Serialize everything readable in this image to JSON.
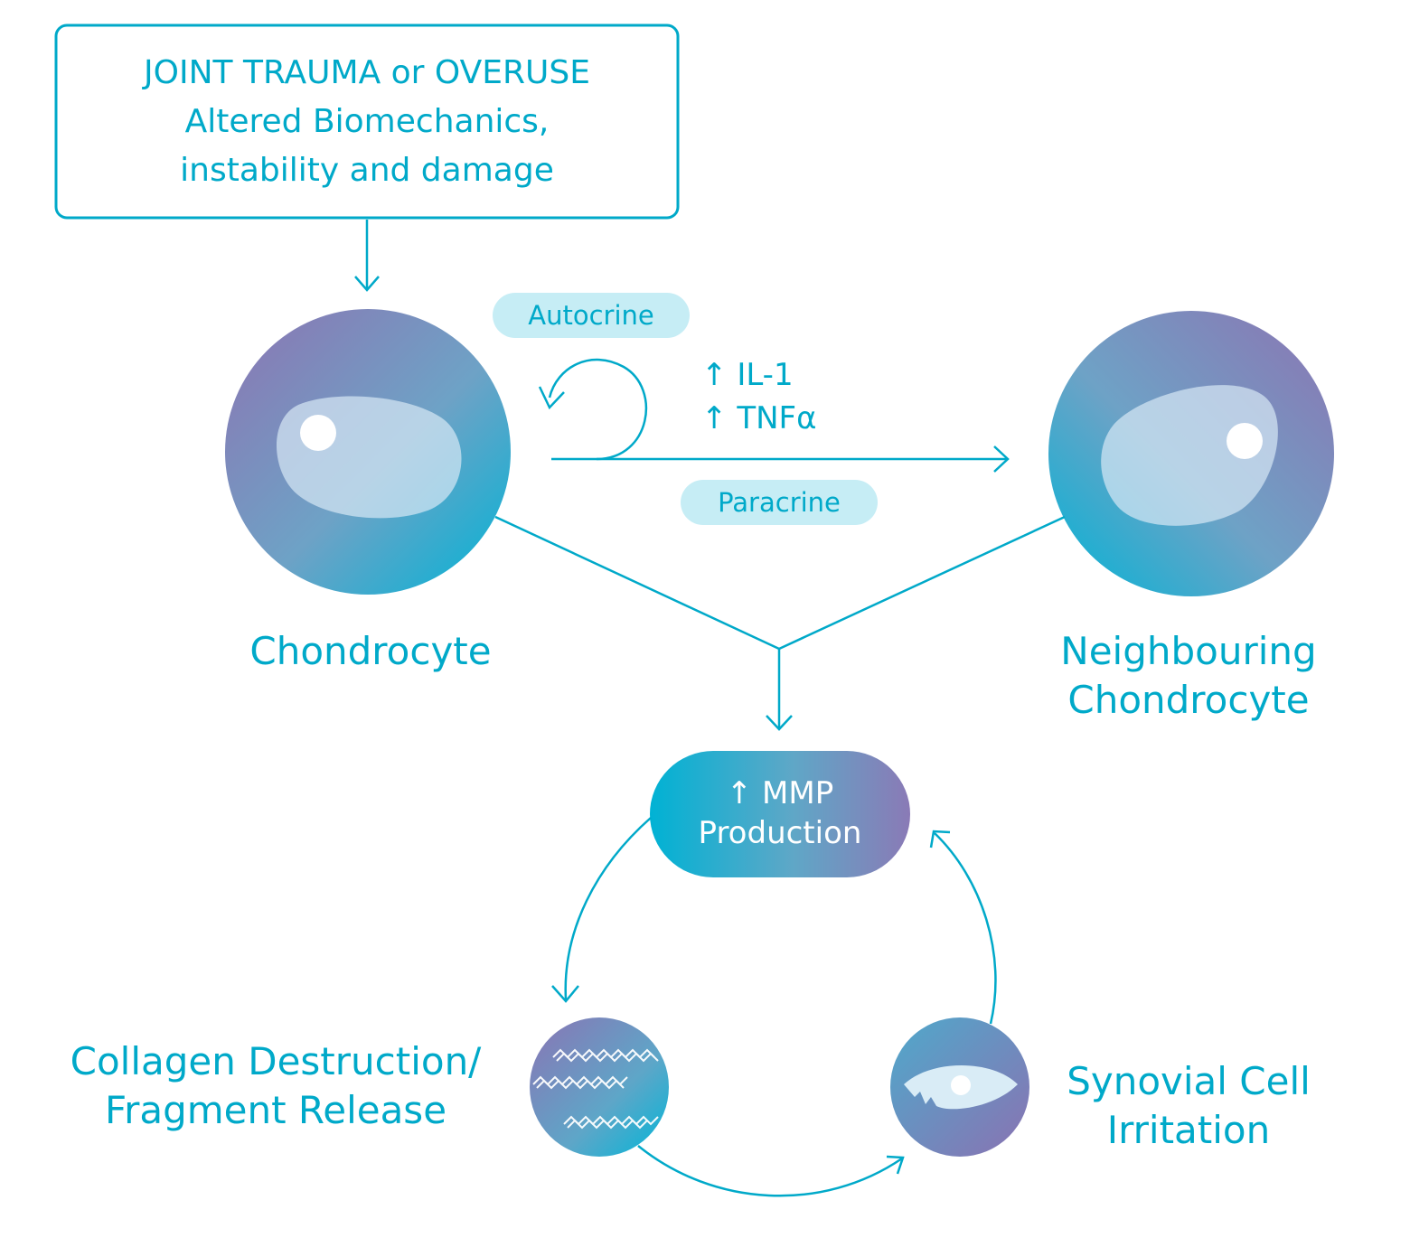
{
  "header_box": {
    "line1": "JOINT TRAUMA or OVERUSE",
    "line2": "Altered Biomechanics,",
    "line3": "instability and damage"
  },
  "signaling": {
    "autocrine": "Autocrine",
    "paracrine": "Paracrine",
    "cytokine1": "IL-1",
    "cytokine2": "TNFα",
    "arrow_glyph": "↑"
  },
  "cells": {
    "chondrocyte": "Chondrocyte",
    "neighbour_line1": "Neighbouring",
    "neighbour_line2": "Chondrocyte"
  },
  "mmp": {
    "line1": "↑ MMP",
    "line2": "Production"
  },
  "cycle": {
    "collagen_line1": "Collagen Destruction/",
    "collagen_line2": "Fragment Release",
    "synovial_line1": "Synovial Cell",
    "synovial_line2": "Irritation"
  },
  "colors": {
    "accent": "#00a9c9",
    "cyan": "#00b2d4",
    "purple": "#8878b4",
    "pill_fill": "#c6edf5"
  }
}
